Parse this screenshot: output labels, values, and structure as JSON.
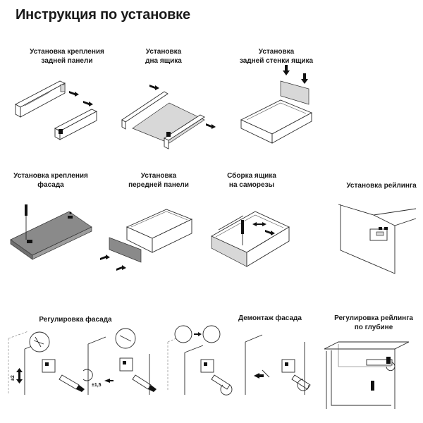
{
  "title": "Инструкция по установке",
  "steps": [
    {
      "line1": "Установка крепления",
      "line2": "задней панели"
    },
    {
      "line1": "Установка",
      "line2": "дна ящика"
    },
    {
      "line1": "Установка",
      "line2": "задней стенки ящика"
    },
    {
      "line1": "Установка крепления",
      "line2": "фасада"
    },
    {
      "line1": "Установка",
      "line2": "передней панели"
    },
    {
      "line1": "Сборка ящика",
      "line2": "на саморезы"
    },
    {
      "line1": "Установка рейлинга",
      "line2": ""
    },
    {
      "line1": "Регулировка фасада",
      "line2": ""
    },
    {
      "line1": "Демонтаж фасада",
      "line2": ""
    },
    {
      "line1": "Регулировка рейлинга",
      "line2": "по глубине"
    }
  ],
  "dimensions": {
    "vertical": "±2",
    "horizontal": "±1,5"
  }
}
